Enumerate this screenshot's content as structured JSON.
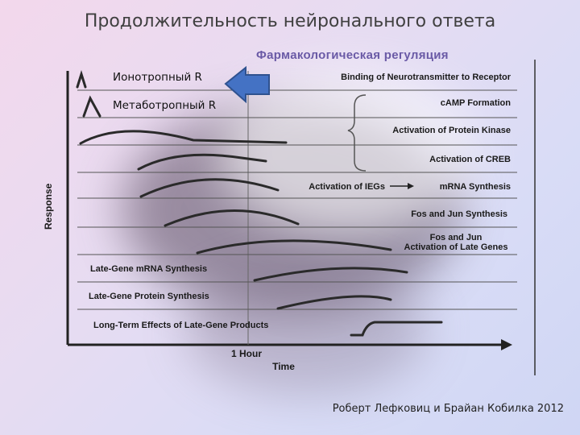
{
  "slide": {
    "title": "Продолжительность нейронального ответа",
    "pharma_title": "Фармакологическая регуляция",
    "ionotropic_label": "Ионотропный R",
    "metabotropic_label": "Метаботропный R",
    "credit": "Роберт Лефковиц и Брайан Кобилка 2012"
  },
  "diagram": {
    "y_axis_label": "Response",
    "x_axis_label": "Time",
    "time_marker": "1 Hour",
    "stages": [
      "Binding of Neurotransmitter to Receptor",
      "cAMP Formation",
      "Activation of Protein Kinase",
      "Activation of CREB",
      "Activation of IEGs",
      "mRNA Synthesis",
      "Fos and Jun Synthesis",
      "Fos and Jun",
      "Activation of Late Genes",
      "Late-Gene mRNA Synthesis",
      "Late-Gene Protein Synthesis",
      "Long-Term Effects of Late-Gene Products"
    ],
    "colors": {
      "curve": "#2a2a2a",
      "arrow_fill": "#4472c4",
      "arrow_stroke": "#2f528f",
      "pharma_title": "#6a5aa6"
    }
  }
}
